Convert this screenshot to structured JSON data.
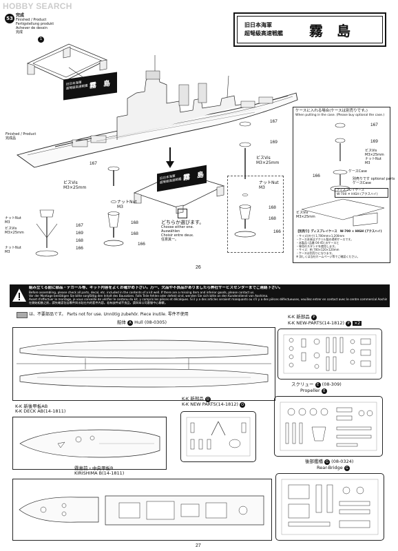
{
  "watermark": "HOBBY SEARCH",
  "page26": {
    "step_number": "53",
    "step_title_jp": "完成",
    "step_title_langs": [
      "Finished / Product",
      "Fertigstellung produkt",
      "Achever de dessin",
      "完成"
    ],
    "title_box": {
      "jp_sub1": "旧日本海軍",
      "jp_sub2": "超弩級高速戦艦",
      "jp_name": "霧　島"
    },
    "stand_plate_sub": "旧日本海軍\n超弩級高速戦艦",
    "stand_plate_name": "霧　島",
    "circle1": "1",
    "finished_label": [
      "Finished / Product",
      "完成品"
    ],
    "parts_main": {
      "p167": "167",
      "p169": "169",
      "p168": "168",
      "p166": "166",
      "nut_label": "ナットNut",
      "nut_size": "M3",
      "vis_label": "ビスVis",
      "vis_size": "M3×25mm",
      "p167b": "167"
    },
    "choose_text": [
      "どちらか選びます。",
      "Choose either one.",
      "Auswählen",
      "Choisir entre deux.",
      "任意其一。"
    ],
    "left_side": {
      "nut": "ナットNut",
      "nut_m3": "M3",
      "vis": "ビスVis",
      "vis_size": "M3×25mm",
      "nut2": "ナットNut",
      "nut2_m3": "M3",
      "p167": "167",
      "p169": "169",
      "p168": "168",
      "p166": "166"
    },
    "case_box": {
      "title_jp": "ケースに入れる場合(ケースは別売りです。)",
      "title_en": "When putting in the case. (Please buy optional the case.)",
      "p167": "167",
      "p169": "169",
      "p166": "166",
      "vis": "ビスVis",
      "vis_size": "M3×25mm",
      "nut": "ナットNut",
      "nut_m3": "M3",
      "case_label": "ケースCase",
      "case_sub": "別売りです optional parts",
      "case_sub2": "ケースCase",
      "display_label": "ディスプレイケース",
      "display_model": "W-700 ✕ HIGH (アクスハイ)",
      "opt_label": "別売りです optional parts",
      "vis2": "ビスVis",
      "vis2_size": "M3×25mm",
      "note_head": "【別売り】ディスプレイケース　W-700 × HIGH (アクスハイ)",
      "notes": [
        "・サイズ(外寸) 1,700mm×1,200mm",
        "・ケース本体はアクリル製の透明ケースです。",
        "・本製品 (品番 04-45) のケースと",
        "・専用のスタンドを使用します。",
        "・サイズ：約 700×120×120mm",
        "・ケースは別売りになります。",
        "※ 詳しくは当社ホームページ等でご確認ください。"
      ]
    },
    "page_number": "26"
  },
  "page27": {
    "warning_lines": [
      "組み立てる前に部品・デカール等、キット内容をよくお確かめ下さい。万一、欠品や不良品がありましたら弊社サービスセンターまでご連絡下さい。",
      "Before assembling, please check all parts, decal, etc. included in the contents of a kit well. If there are a missing item and inferior goods, please contact us.",
      "Vor der Montage bestätigen Sie bitte sorgfältig den Inhalt des Bausatzes. Falls Teile fehlen oder defekt sind, wenden Sie sich bitte an den Kundendienst von Aoshima.",
      "Avant d'effectuer le montage, je vous conseille de vérifier le contenu du kit, y compris les pièces et décalques. Si il y a des articles seraient manquants ou s'il y a des pièces défectueuses, veuillez entrer en contact avec le centre commercial Aoshima.",
      "在開始組裝之前，請先確認包括零件與水貼在內的套件內容。若有缺件或不良品，請與本公司客服中心聯繫。"
    ],
    "unused_legend": "は、不要部品です。 Parts not for use.  Unnötig zubehör.  Piece inutile.  零件不使用",
    "hull": {
      "label_jp": "船体",
      "letter": "A",
      "label_en": "Hull",
      "code": "(08-0305)"
    },
    "knp_p": {
      "jp": "K-K 新部品",
      "letter": "P",
      "en": "K-K NEW-PARTS(14-1812)",
      "letter2": "P",
      "mult": "×2"
    },
    "deck_ab": {
      "jp": "K-K 新後甲板AB",
      "en": "K-K DECK AB(14-1811)"
    },
    "knp_o": {
      "jp": "K-K 新部品",
      "letter": "O",
      "en": "K-K NEW PARTS(14-1812)",
      "letter2": "O"
    },
    "propeller": {
      "jp": "スクリュー",
      "letter": "E",
      "code": "(08-309)",
      "en": "Propeller",
      "letter2": "E"
    },
    "kirishima_b": {
      "jp": "霧島前・中央甲板B",
      "en": "KIRISHIMA B(14-1811)"
    },
    "rear_bridge": {
      "jp": "後部艦橋",
      "letter": "G",
      "code": "(08-0324)",
      "en": "Rear-Bridge",
      "letter2": "G"
    },
    "page_number": "27"
  }
}
